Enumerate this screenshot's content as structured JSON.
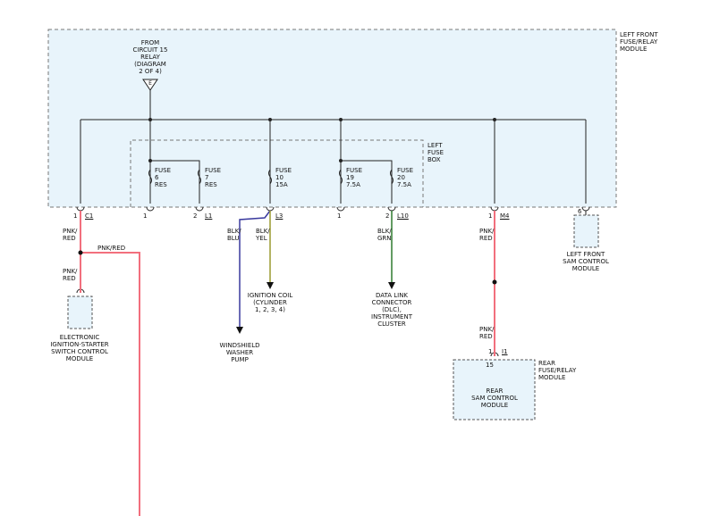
{
  "colors": {
    "module_fill": "#e8f4fb",
    "wire_pink": "#f26f7d",
    "wire_blu": "#3a3a9e",
    "wire_yel": "#9a9a30",
    "wire_grn": "#2f7a2f",
    "wire_black": "#222222"
  },
  "front_module": {
    "label": "LEFT FRONT\nFUSE/RELAY\nMODULE"
  },
  "source": {
    "label": "FROM\nCIRCUIT 15\nRELAY\n(DIAGRAM\n2 OF 4)",
    "connector": "E"
  },
  "fuse_box": {
    "label": "LEFT\nFUSE\nBOX"
  },
  "fuses": [
    {
      "name": "FUSE",
      "number": "6",
      "rating": "RES",
      "pin": "1",
      "conn": ""
    },
    {
      "name": "FUSE",
      "number": "7",
      "rating": "RES",
      "pin": "2",
      "conn": "L1"
    },
    {
      "name": "FUSE",
      "number": "10",
      "rating": "15A",
      "pin": "",
      "conn": "L3"
    },
    {
      "name": "FUSE",
      "number": "19",
      "rating": "7.5A",
      "pin": "1",
      "conn": ""
    },
    {
      "name": "FUSE",
      "number": "20",
      "rating": "7.5A",
      "pin": "2",
      "conn": "L10"
    }
  ],
  "connectors": {
    "c1": {
      "pin": "1",
      "id": "C1"
    },
    "m4": {
      "pin": "1",
      "id": "M4"
    },
    "sam_pin": {
      "pin": "6"
    },
    "i1": {
      "pin": "1",
      "id": "I1",
      "inner_pin": "15"
    }
  },
  "wires": {
    "c1_top": "PNK/\nRED",
    "c1_splice": "PNK/RED",
    "c1_bottom": "PNK/\nRED",
    "l3_left": "BLK/\nBLU",
    "l3_right": "BLK/\nYEL",
    "l10": "BLK/\nGRN",
    "m4_top": "PNK/\nRED",
    "m4_bottom": "PNK/\nRED"
  },
  "components": {
    "eis": "ELECTRONIC\nIGNITION-STARTER\nSWITCH CONTROL\nMODULE",
    "ignition_coil": "IGNITION COIL\n(CYLINDER\n1, 2, 3, 4)",
    "washer_pump": "WINDSHIELD\nWASHER\nPUMP",
    "dlc": "DATA LINK\nCONNECTOR\n(DLC),\nINSTRUMENT\nCLUSTER",
    "left_sam": "LEFT FRONT\nSAM CONTROL\nMODULE",
    "rear_frm": "REAR\nFUSE/RELAY\nMODULE",
    "rear_sam": "REAR\nSAM CONTROL\nMODULE"
  }
}
